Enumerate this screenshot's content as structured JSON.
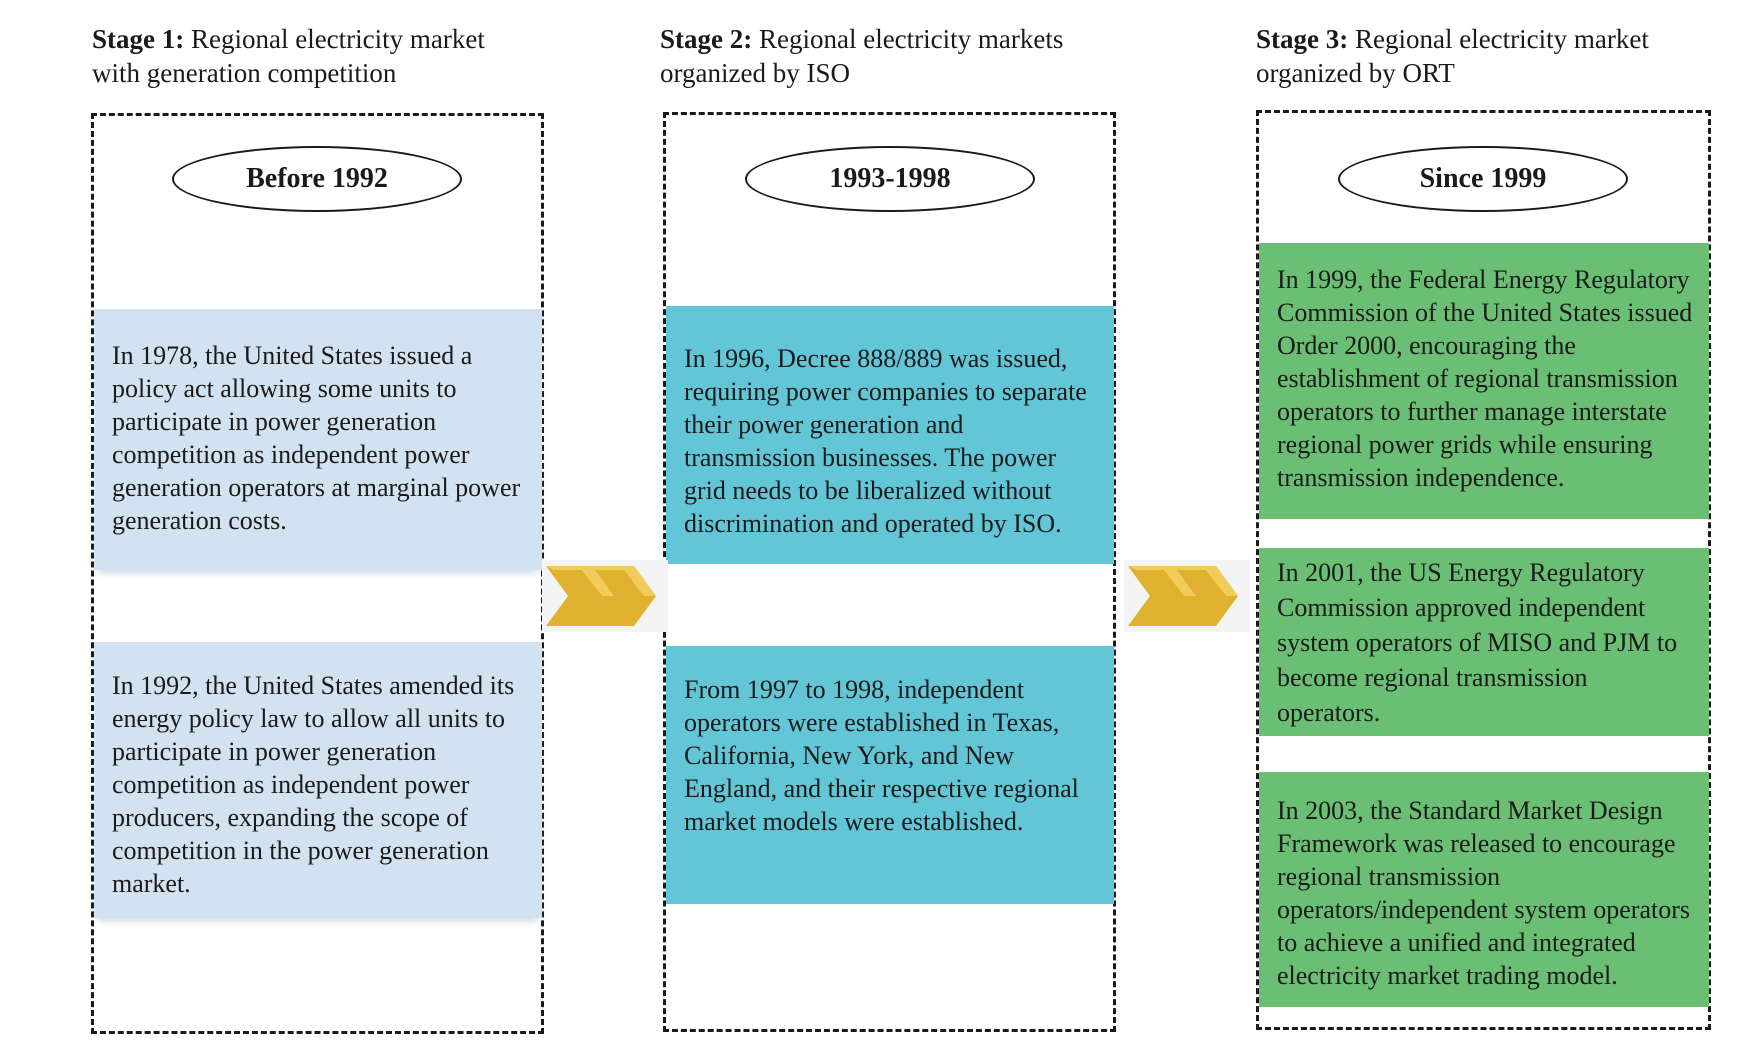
{
  "stages": [
    {
      "label": "Stage 1:",
      "title_line1": "Regional electricity market",
      "title_line2": "with generation  competition",
      "period": "Before 1992",
      "events": [
        "In 1978, the United States issued a policy act allowing some units to participate in power generation competition as independent power generation operators at marginal power generation costs.",
        "In 1992, the United States amended its energy policy law to allow all units to participate in power generation competition as independent power producers, expanding the scope of competition in the power generation market."
      ]
    },
    {
      "label": "Stage 2:",
      "title_line1": "Regional electricity markets",
      "title_line2": "organized by ISO",
      "period": "1993-1998",
      "events": [
        "In 1996, Decree 888/889 was issued, requiring power companies to separate their power generation and transmission businesses. The power grid needs to be liberalized without discrimination and operated by ISO.",
        "From 1997 to 1998, independent operators were established in Texas, California, New York, and New England, and their respective regional market models were established."
      ]
    },
    {
      "label": "Stage 3:",
      "title_line1": "Regional electricity market",
      "title_line2": "organized by ORT",
      "period": "Since 1999",
      "events": [
        "In 1999, the Federal Energy Regulatory Commission of the United States issued Order 2000, encouraging the establishment of regional transmission operators to further manage interstate regional power grids while ensuring transmission independence.",
        "In 2001, the US Energy Regulatory Commission approved independent system operators of MISO and PJM to become regional transmission operators.",
        "In 2003, the Standard Market Design Framework was released to encourage regional transmission operators/independent system operators to achieve a unified and integrated electricity market trading model."
      ]
    }
  ],
  "colors": {
    "stage1_card": "#d3e2f0",
    "stage2_card": "#62c6d6",
    "stage3_card": "#6abf74",
    "arrow": "#e0b12e"
  },
  "icons": {
    "transition_arrow": "double-chevron-right-icon"
  }
}
